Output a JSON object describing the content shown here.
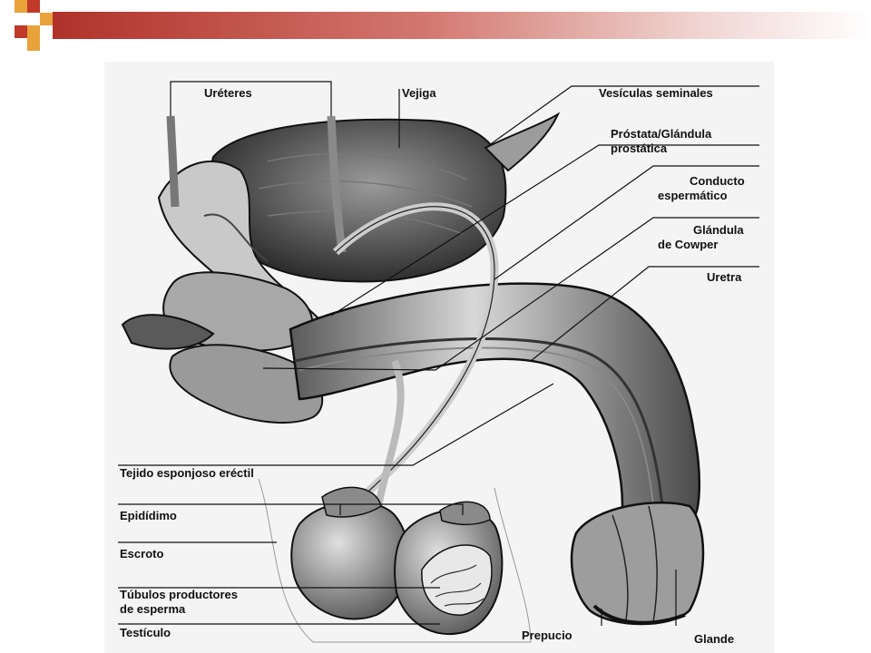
{
  "colors": {
    "header_dark": "#b0322a",
    "header_light": "#f1d7d4",
    "square_orange": "#e8a33a",
    "square_red": "#c0392b",
    "panel_bg": "#f4f4f4"
  },
  "labels": {
    "ureteres": "Uréteres",
    "vejiga": "Vejiga",
    "vesiculas": "Vesículas seminales",
    "prostata_1": "Próstata/Glándula",
    "prostata_2": "prostática",
    "conducto_1": "Conducto",
    "conducto_2": "espermático",
    "cowper_1": "Glándula",
    "cowper_2": "de Cowper",
    "uretra": "Uretra",
    "tejido": "Tejido esponjoso eréctil",
    "epididimo": "Epidídimo",
    "escroto": "Escroto",
    "tubulos_1": "Túbulos productores",
    "tubulos_2": "de esperma",
    "testiculo": "Testículo",
    "prepucio": "Prepucio",
    "glande": "Glande"
  }
}
